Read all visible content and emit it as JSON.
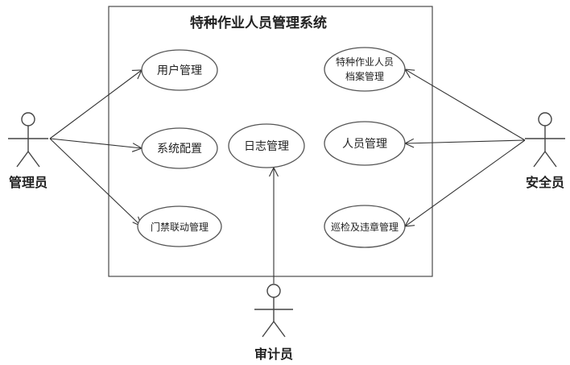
{
  "diagram": {
    "title": "特种作业人员管理系统",
    "actors": [
      {
        "id": "admin",
        "label": "管理员"
      },
      {
        "id": "safety",
        "label": "安全员"
      },
      {
        "id": "auditor",
        "label": "审计员"
      }
    ],
    "usecases": [
      {
        "id": "user-mgmt",
        "lines": [
          "用户管理"
        ]
      },
      {
        "id": "sys-config",
        "lines": [
          "系统配置"
        ]
      },
      {
        "id": "access-ctrl",
        "lines": [
          "门禁联动管理"
        ]
      },
      {
        "id": "log-mgmt",
        "lines": [
          "日志管理"
        ]
      },
      {
        "id": "archive-mgmt",
        "lines": [
          "特种作业人员",
          "档案管理"
        ]
      },
      {
        "id": "personnel-mgmt",
        "lines": [
          "人员管理"
        ]
      },
      {
        "id": "patrol-mgmt",
        "lines": [
          "巡检及违章管理"
        ]
      }
    ],
    "associations": [
      {
        "from": "admin",
        "to": "user-mgmt"
      },
      {
        "from": "admin",
        "to": "sys-config"
      },
      {
        "from": "admin",
        "to": "access-ctrl"
      },
      {
        "from": "safety",
        "to": "archive-mgmt"
      },
      {
        "from": "safety",
        "to": "personnel-mgmt"
      },
      {
        "from": "safety",
        "to": "patrol-mgmt"
      },
      {
        "from": "auditor",
        "to": "log-mgmt"
      }
    ]
  }
}
